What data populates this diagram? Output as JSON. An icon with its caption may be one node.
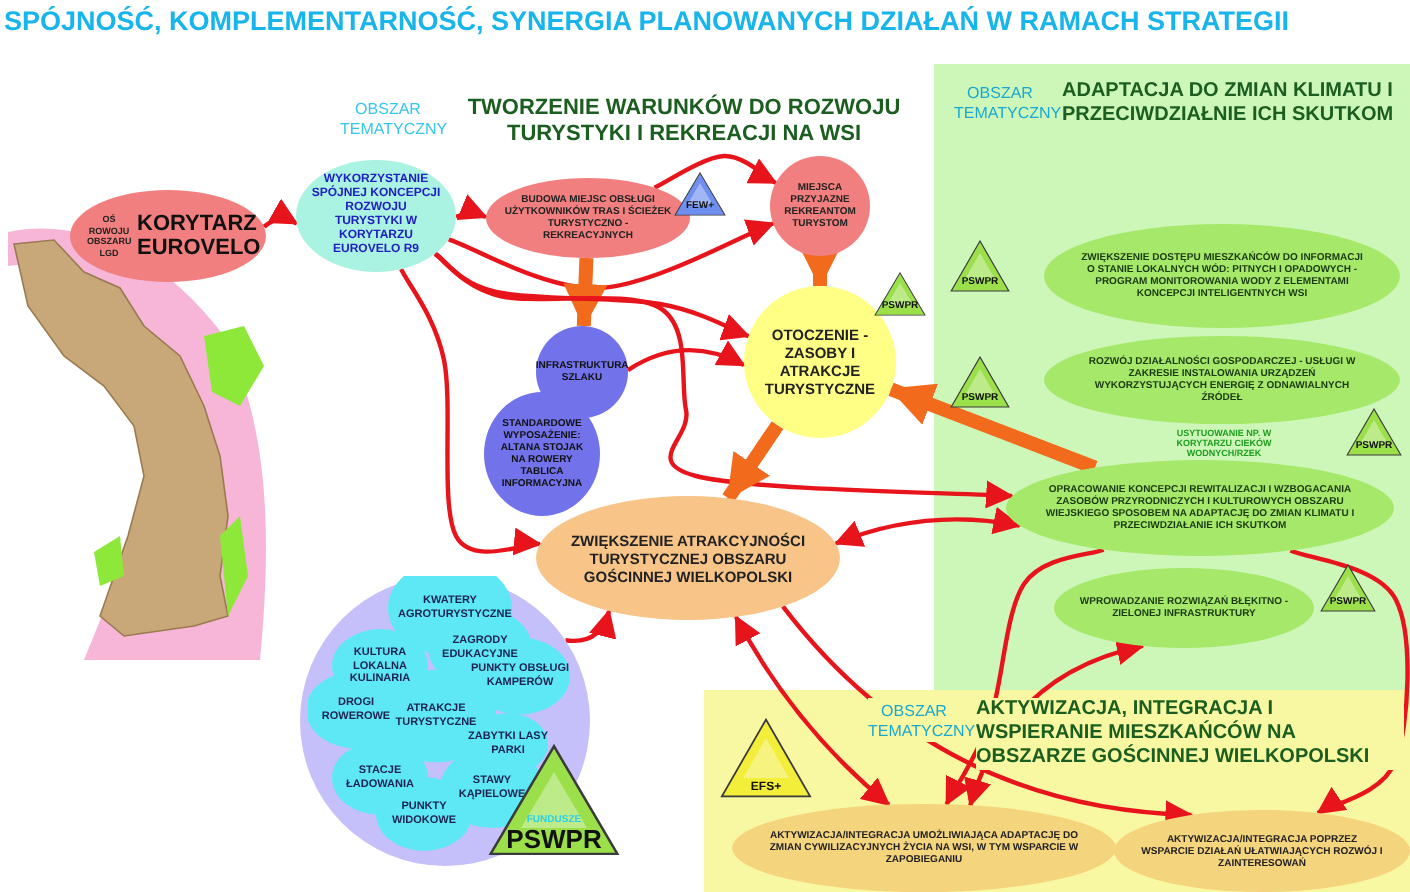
{
  "diagram": {
    "title": "SPÓJNOŚĆ, KOMPLEMENTARNOŚĆ, SYNERGIA PLANOWANYCH DZIAŁAŃ W RAMACH STRATEGII",
    "nodes": [
      {
        "text": [
          "OŚ ROWOJU OBSZARU LGD",
          "KORYTARZ EUROVELO"
        ]
      },
      {
        "text": [
          "WYKORZYSTANIE SPÓJNEJ KONCEPCJI ROZWOJU TURYSTYKI W KORYTARZU EUROVELO R9"
        ]
      },
      {
        "text": [
          "BUDOWA MIEJSC OBSŁUGI UŻYTKOWNIKÓW TRAS I ŚCIEŻEK TURYSTYCZNO -REKREACYJNYCH"
        ]
      },
      {
        "text": [
          "FEW+"
        ]
      },
      {
        "text": [
          "MIEJSCA PRZYJAZNE REKREANTOM TURYSTOM"
        ]
      },
      {
        "text": [
          "INFRASTRUKTURA SZLAKU"
        ]
      },
      {
        "text": [
          "STANDARDOWE WYPOSAŻENIE: ALTANA STOJAK NA ROWERY TABLICA INFORMACYJNA"
        ]
      },
      {
        "text": [
          "OTOCZENIE - ZASOBY I ATRAKCJE TURYSTYCZNE"
        ]
      },
      {
        "text": [
          "PSWPR"
        ]
      },
      {
        "text": [
          "ZWIĘKSZENIE ATRAKCYJNOŚCI TURYSTYCZNEJ OBSZARU GOŚCINNEJ WIELKOPOLSKI"
        ]
      },
      {
        "text": [
          "KWATERY AGROTURYSTYCZNE",
          "ZAGRODY EDUKACYJNE",
          "KULTURA LOKALNA KULINARIA",
          "PUNKTY OBSŁUGI KAMPERÓW",
          "DROGI ROWEROWE",
          "ATRAKCJE TURYSTYCZNE",
          "ZABYTKI LASY PARKI",
          "STACJE ŁADOWANIA",
          "STAWY KĄPIELOWE",
          "PUNKTY WIDOKOWE"
        ]
      },
      {
        "text": [
          "FUNDUSZE",
          "PSWPR"
        ]
      },
      {
        "text": [
          "OBSZAR TEMATYCZNY",
          "ADAPTACJA DO ZMIAN KLIMATU I PRZECIWDZIAŁNIE ICH SKUTKOM"
        ]
      },
      {
        "text": [
          "ZWIĘKSZENIE DOSTĘPU MIESZKAŃCÓW DO INFORMACJI O STANIE LOKALNYCH WÓD: PITNYCH I OPADOWYCH - PROGRAM MONITOROWANIA WODY Z ELEMENTAMI KONCEPCJI INTELIGENTNYCH WSI"
        ],
        "in": 12
      },
      {
        "text": [
          "PSWPR"
        ],
        "in": 12
      },
      {
        "text": [
          "ROZWÓJ DZIAŁALNOŚCI GOSPODARCZEJ - USŁUGI W ZAKRESIE INSTALOWANIA URZĄDZEŃ WYKORZYSTUJĄCYCH ENERGIĘ Z ODNAWIALNYCH ŹRÓDEŁ"
        ],
        "in": 12
      },
      {
        "text": [
          "PSWPR"
        ],
        "in": 12
      },
      {
        "text": [
          "OPRACOWANIE KONCEPCJI REWITALIZACJI I WZBOGACANIA ZASOBÓW PRZYRODNICZYCH I KULTUROWYCH OBSZARU WIEJSKIEGO SPOSOBEM NA ADAPTACJĘ DO ZMIAN KLIMATU I PRZECIWDZIAŁANIE ICH SKUTKOM"
        ],
        "in": 12
      },
      {
        "text": [
          "PSWPR"
        ],
        "in": 12
      },
      {
        "text": [
          "WPROWADZANIE ROZWIĄZAŃ BŁĘKITNO - ZIELONEJ INFRASTRUKTURY"
        ],
        "in": 12
      },
      {
        "text": [
          "PSWPR"
        ],
        "in": 12
      },
      {
        "text": [
          "OBSZAR TEMATYCZNY",
          "AKTYWIZACJA, INTEGRACJA I WSPIERANIE MIESZKAŃCÓW NA OBSZARZE GOŚCINNEJ WIELKOPOLSKI"
        ]
      },
      {
        "text": [
          "EFS+"
        ],
        "in": 21
      },
      {
        "text": [
          "AKTYWIZACJA/INTEGRACJA UMOŻLIWIAJĄCA ADAPTACJĘ DO ZMIAN CYWILIZACYJNYCH ŻYCIA NA WSI, W TYM WSPARCIE W ZAPOBIEGANIU"
        ],
        "in": 21
      },
      {
        "text": [
          "AKTYWIZACJA/INTEGRACJA POPRZEZ WSPARCIE DZIAŁAŃ UŁATWIAJĄCYCH ROZWÓJ I ZAINTERESOWAŃ"
        ],
        "in": 21
      }
    ],
    "edges": [
      {
        "from": 0,
        "to": 1,
        "arrow": "to"
      },
      {
        "from": 1,
        "to": 2,
        "arrow": "to"
      },
      {
        "from": 1,
        "to": 4,
        "arrow": "to"
      },
      {
        "from": 2,
        "to": 4,
        "arrow": "to"
      },
      {
        "from": 2,
        "to": 5,
        "arrow": "to",
        "style": "thick",
        "color": "#f26b1d"
      },
      {
        "from": 4,
        "to": 7,
        "arrow": "to",
        "style": "thick",
        "color": "#f26b1d"
      },
      {
        "from": 5,
        "to": 7,
        "arrow": "to"
      },
      {
        "from": 1,
        "to": 7,
        "arrow": "to"
      },
      {
        "from": 1,
        "to": 9,
        "arrow": "to"
      },
      {
        "from": 1,
        "to": 17,
        "arrow": "to"
      },
      {
        "from": 7,
        "to": 9,
        "arrow": "to",
        "style": "thick",
        "color": "#f26b1d"
      },
      {
        "from": 17,
        "to": 7,
        "arrow": "to",
        "style": "thick",
        "color": "#f26b1d"
      },
      {
        "from": 10,
        "to": 9,
        "arrow": "to"
      },
      {
        "from": 9,
        "to": 17,
        "arrow": "both"
      },
      {
        "from": 23,
        "to": 19,
        "arrow": "both"
      },
      {
        "from": 9,
        "to": 23,
        "arrow": "both"
      },
      {
        "from": 17,
        "to": 23,
        "arrow": "to"
      },
      {
        "from": 9,
        "to": 24,
        "arrow": "to"
      },
      {
        "from": 17,
        "to": 24,
        "arrow": "to"
      }
    ],
    "labels": [
      "OBSZAR TEMATYCZNY",
      "TWORZENIE WARUNKÓW DO ROZWOJU TURYSTYKI I REKREACJI NA WSI",
      "USYTUOWANIE NP. W KORYTARZU CIEKÓW WODNYCH/RZEK"
    ]
  }
}
